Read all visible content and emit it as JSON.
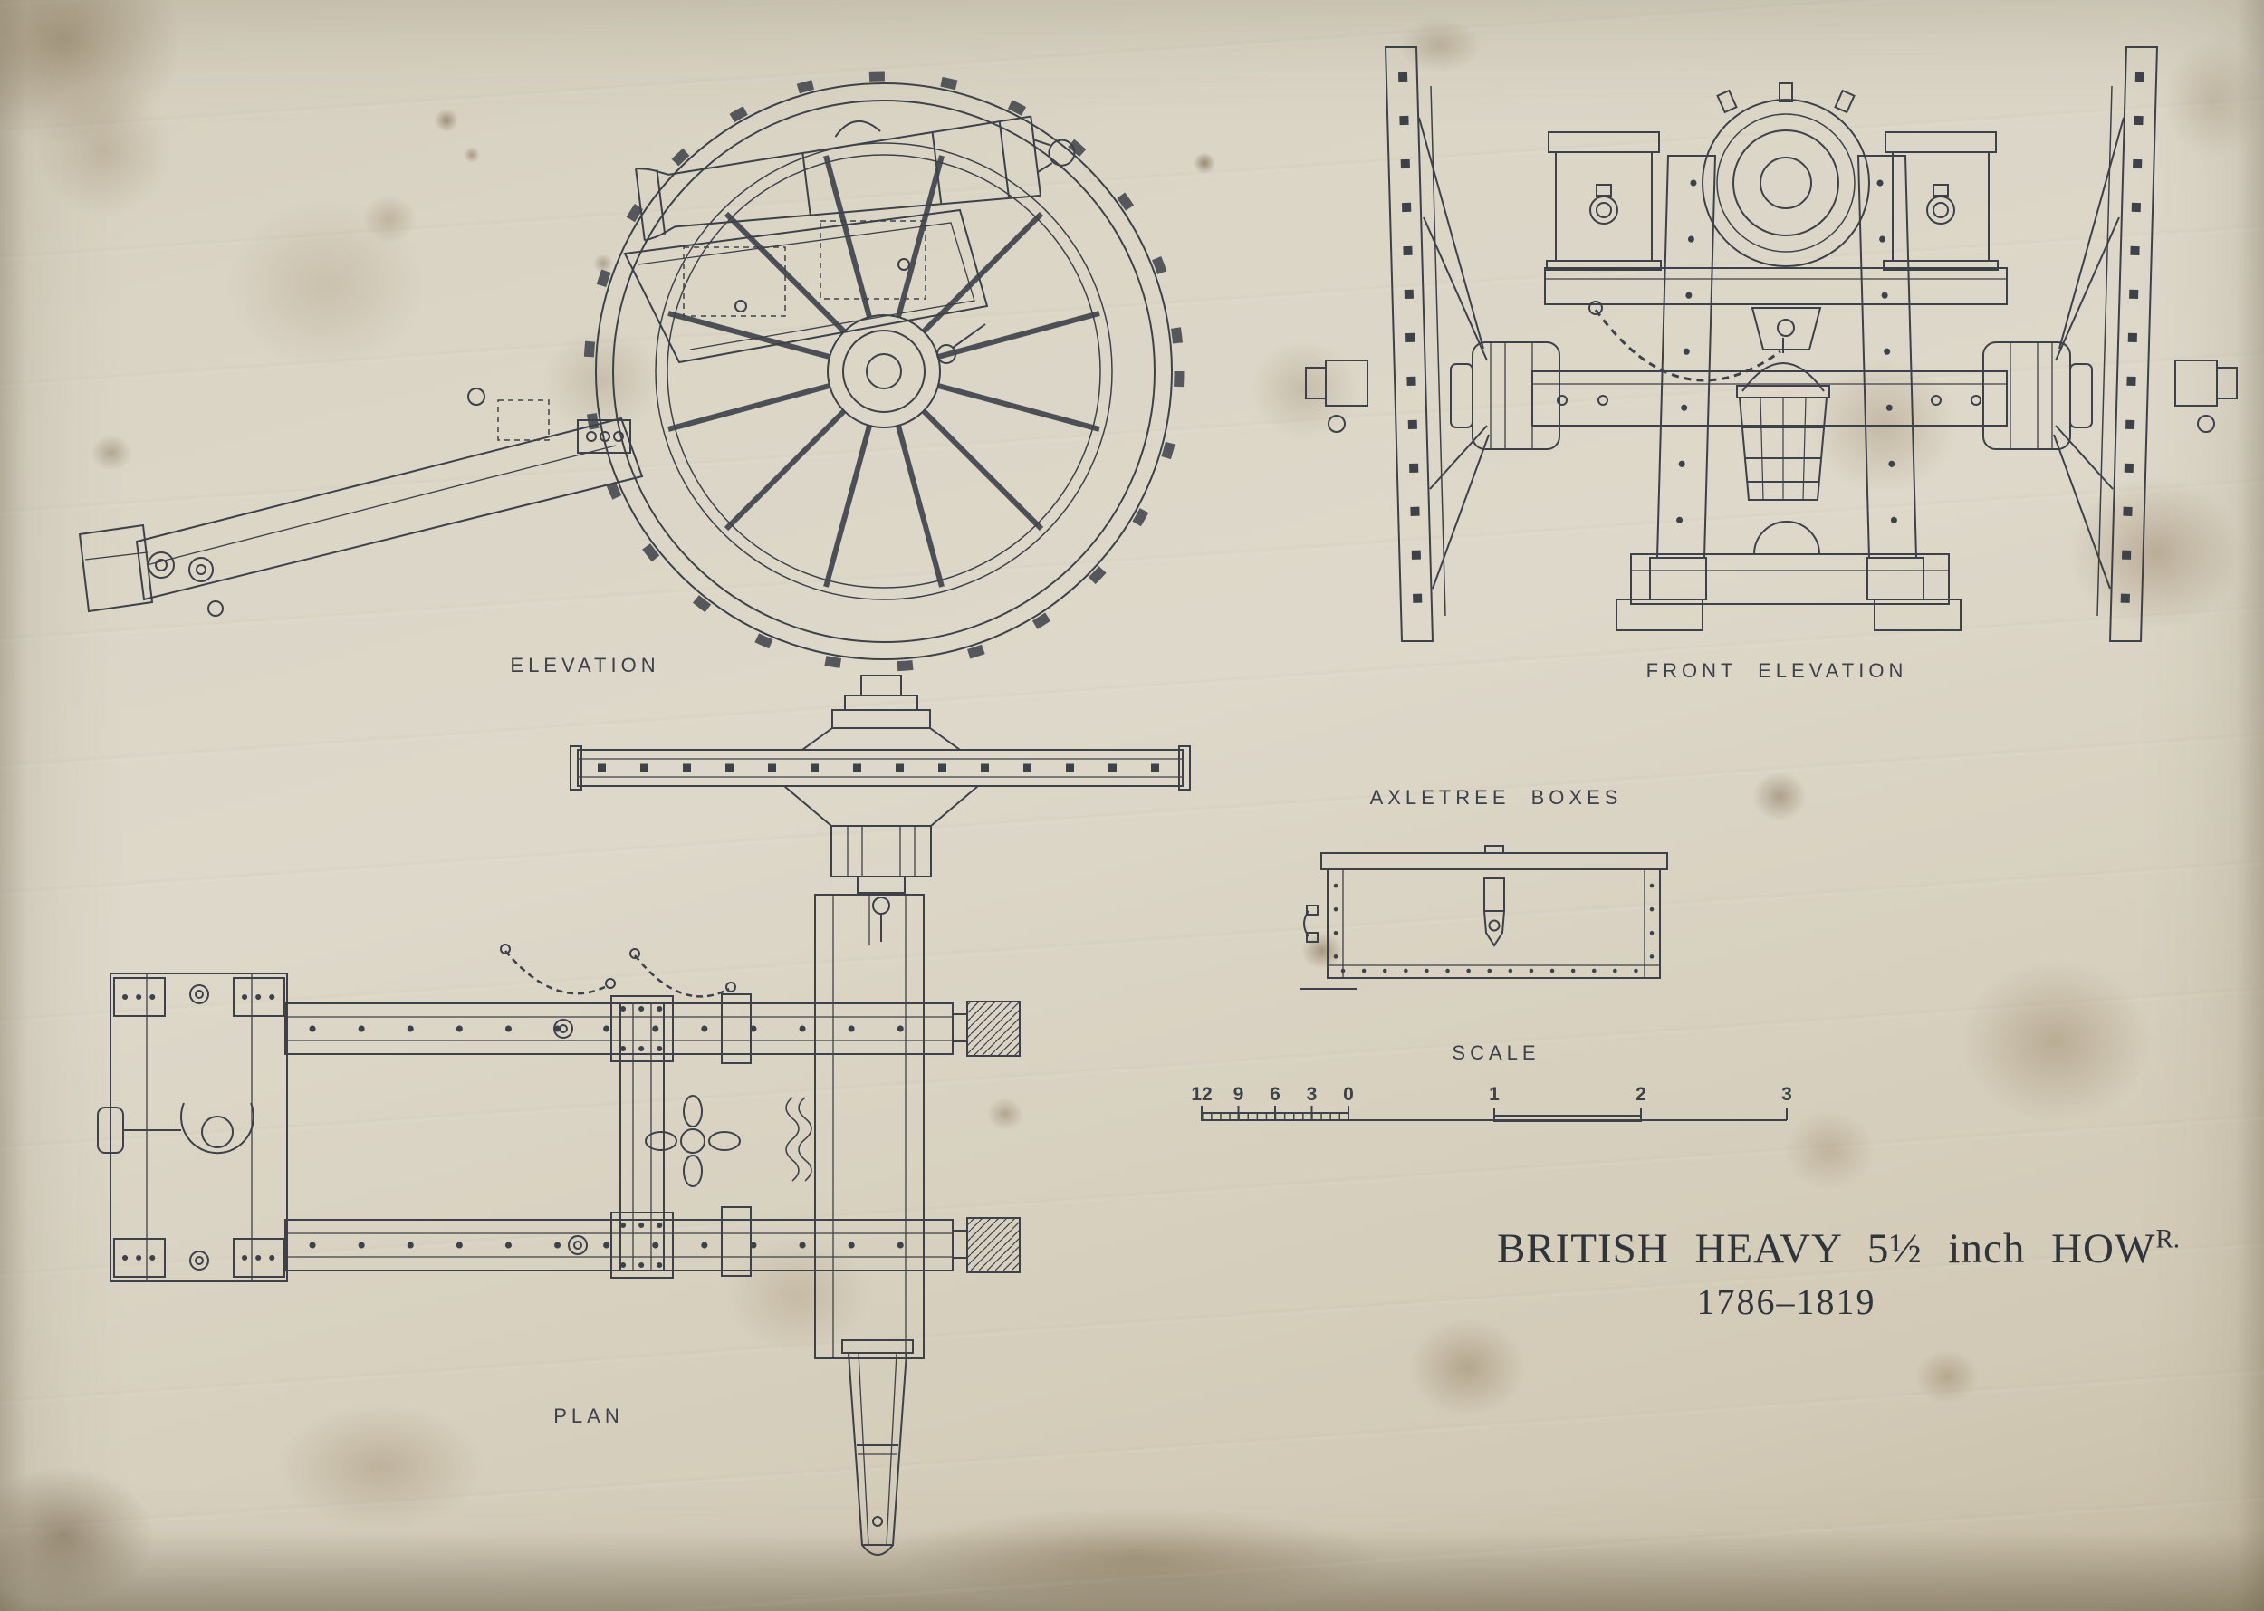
{
  "labels": {
    "elevation": "ELEVATION",
    "front_elevation": "FRONT ELEVATION",
    "axletree_boxes": "AXLETREE BOXES",
    "scale": "SCALE",
    "plan": "PLAN"
  },
  "title_block": {
    "main": "BRITISH HEAVY 5½ inch HOW",
    "superscript": "R.",
    "dates": "1786–1819"
  },
  "scale_bar": {
    "minor_labels": [
      "12",
      "9",
      "6",
      "3",
      "0"
    ],
    "major_labels": [
      "1",
      "2",
      "3"
    ]
  },
  "colors": {
    "paper": "#d8d2c2",
    "ink": "#3d4149"
  }
}
